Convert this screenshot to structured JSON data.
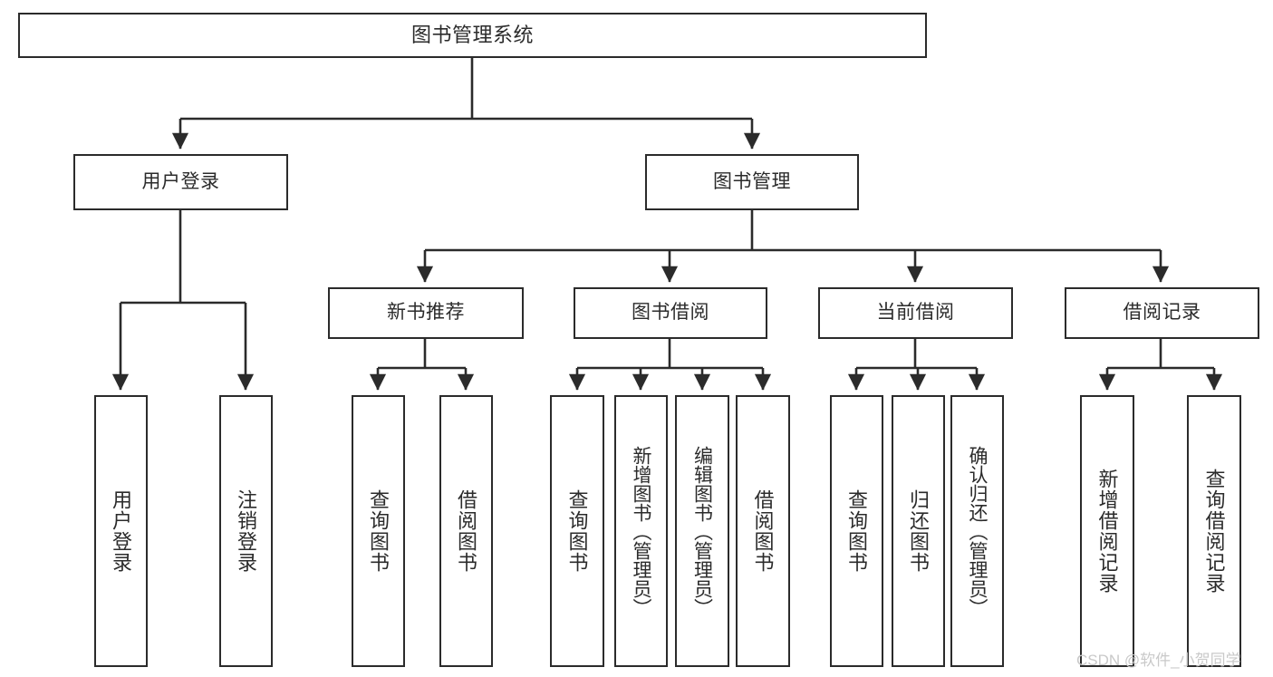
{
  "diagram": {
    "title": "图书管理系统",
    "type": "tree-structure-chart",
    "colors": {
      "node_border": "#2b2b2b",
      "node_fill": "#ffffff",
      "edge": "#2b2b2b",
      "background": "#ffffff",
      "watermark": "#c9c9c9"
    },
    "nodes": {
      "root": {
        "label": "图书管理系统"
      },
      "level2": [
        {
          "id": "user-login",
          "label": "用户登录"
        },
        {
          "id": "book-manage",
          "label": "图书管理"
        }
      ],
      "level3": [
        {
          "id": "new-book-recommend",
          "label": "新书推荐"
        },
        {
          "id": "book-borrow",
          "label": "图书借阅"
        },
        {
          "id": "current-borrow",
          "label": "当前借阅"
        },
        {
          "id": "borrow-record",
          "label": "借阅记录"
        }
      ],
      "leaves": {
        "user_login": [
          {
            "id": "leaf-user-login",
            "label": "用户登录"
          },
          {
            "id": "leaf-logout-login",
            "label": "注销登录"
          }
        ],
        "new_book_recommend": [
          {
            "id": "leaf-query-book-1",
            "label": "查询图书"
          },
          {
            "id": "leaf-borrow-book-1",
            "label": "借阅图书"
          }
        ],
        "book_borrow": [
          {
            "id": "leaf-query-book-2",
            "label": "查询图书"
          },
          {
            "id": "leaf-add-book",
            "label": "新增图书（管理员）"
          },
          {
            "id": "leaf-edit-book",
            "label": "编辑图书（管理员）"
          },
          {
            "id": "leaf-borrow-book-2",
            "label": "借阅图书"
          }
        ],
        "current_borrow": [
          {
            "id": "leaf-query-book-3",
            "label": "查询图书"
          },
          {
            "id": "leaf-return-book",
            "label": "归还图书"
          },
          {
            "id": "leaf-confirm-return",
            "label": "确认归还（管理员）"
          }
        ],
        "borrow_record": [
          {
            "id": "leaf-add-record",
            "label": "新增借阅记录"
          },
          {
            "id": "leaf-query-record",
            "label": "查询借阅记录"
          }
        ]
      }
    },
    "watermark": "CSDN @软件_小贺同学"
  }
}
